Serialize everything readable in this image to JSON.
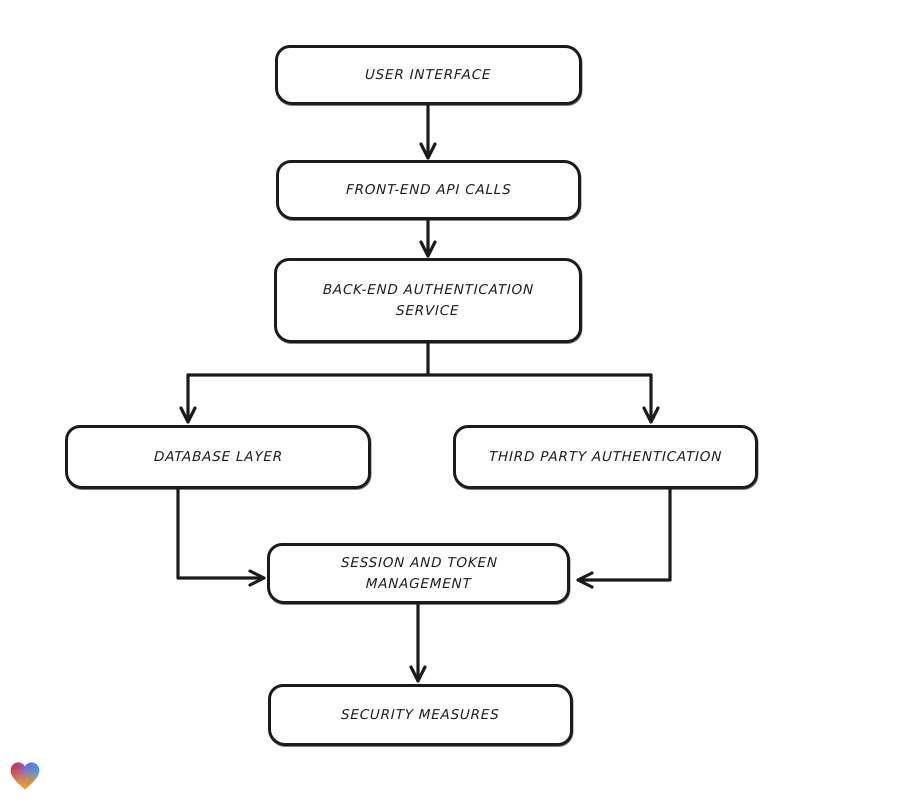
{
  "diagram": {
    "type": "flowchart",
    "style": "hand-drawn",
    "nodes": [
      {
        "id": "user-interface",
        "label": "USER INTERFACE"
      },
      {
        "id": "front-end-api-calls",
        "label": "FRONT-END API CALLS"
      },
      {
        "id": "back-end-authentication-service",
        "label": "BACK-END AUTHENTICATION SERVICE"
      },
      {
        "id": "database-layer",
        "label": "DATABASE LAYER"
      },
      {
        "id": "third-party-authentication",
        "label": "THIRD PARTY AUTHENTICATION"
      },
      {
        "id": "session-and-token-management",
        "label": "SESSION AND TOKEN MANAGEMENT"
      },
      {
        "id": "security-measures",
        "label": "SECURITY MEASURES"
      }
    ],
    "edges": [
      {
        "from": "user-interface",
        "to": "front-end-api-calls"
      },
      {
        "from": "front-end-api-calls",
        "to": "back-end-authentication-service"
      },
      {
        "from": "back-end-authentication-service",
        "to": "database-layer"
      },
      {
        "from": "back-end-authentication-service",
        "to": "third-party-authentication"
      },
      {
        "from": "database-layer",
        "to": "session-and-token-management"
      },
      {
        "from": "third-party-authentication",
        "to": "session-and-token-management"
      },
      {
        "from": "session-and-token-management",
        "to": "security-measures"
      }
    ],
    "colors": {
      "stroke": "#1b1b1b",
      "node_fill": "#ffffff",
      "background": "#ffffff"
    }
  },
  "logo": {
    "name": "gradient-heart-logo",
    "colors": {
      "red": "#e6252d",
      "blue": "#2e9ff0",
      "orange": "#f79a1d"
    }
  }
}
